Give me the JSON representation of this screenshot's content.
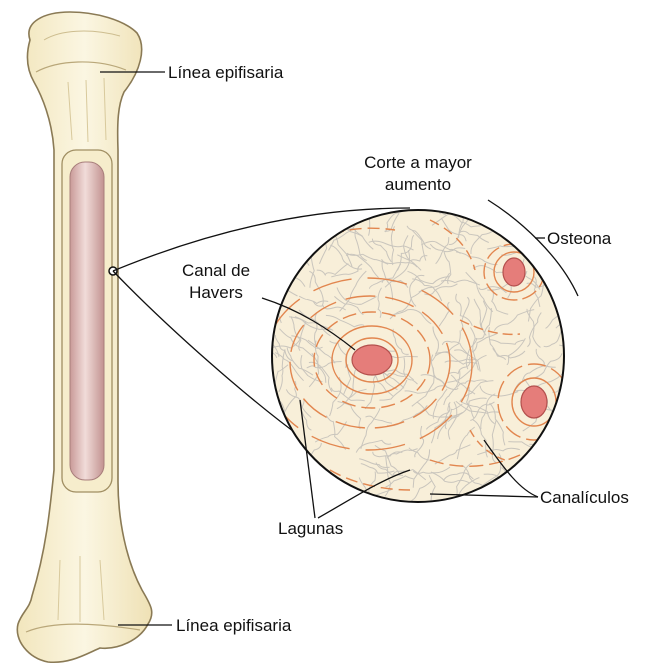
{
  "labels": {
    "epiphyseal_line_top": "Línea epifisaria",
    "higher_magnification_line1": "Corte a mayor",
    "higher_magnification_line2": "aumento",
    "osteon": "Osteona",
    "haversian_canal_line1": "Canal de",
    "haversian_canal_line2": "Havers",
    "canaliculi": "Canalículos",
    "lacunae": "Lagunas",
    "epiphyseal_line_bottom": "Línea epifisaria"
  },
  "colors": {
    "bone_fill": "#f7efce",
    "bone_outline": "#8a7a55",
    "medullary_cavity": "#d9b4b2",
    "tissue_background": "#f8efd9",
    "lamella_lines": "#e2864f",
    "canal_fill": "#e57d7a",
    "fiber_lines": "#c9c5bd",
    "text": "#111111"
  }
}
